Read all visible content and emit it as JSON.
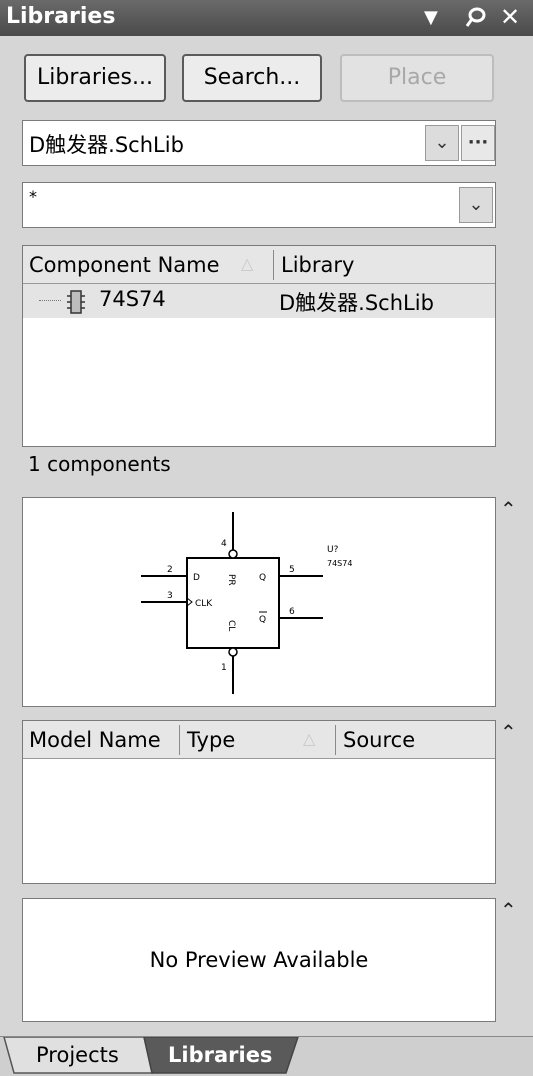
{
  "title": "Libraries",
  "buttons": {
    "libraries": "Libraries...",
    "search": "Search...",
    "place": "Place"
  },
  "library_select": {
    "value": "D触发器.SchLib",
    "more": "···"
  },
  "filter": {
    "value": "*"
  },
  "components": {
    "headers": {
      "name": "Component Name",
      "library": "Library"
    },
    "rows": [
      {
        "name": "74S74",
        "library": "D触发器.SchLib"
      }
    ],
    "count": "1 components"
  },
  "symbol": {
    "designator": "U?",
    "comment": "74S74",
    "pins": {
      "d": "2",
      "clk": "3",
      "q": "5",
      "qbar": "6",
      "pre": "4",
      "clr": "1"
    },
    "labels": {
      "d": "D",
      "clk": "CLK",
      "q": "Q",
      "qbar": "Q",
      "pre": "PR",
      "clr": "CL"
    }
  },
  "models": {
    "headers": {
      "name": "Model Name",
      "type": "Type",
      "source": "Source"
    }
  },
  "model_preview": {
    "text": "No Preview Available"
  },
  "tabs": {
    "projects": "Projects",
    "libraries": "Libraries"
  }
}
